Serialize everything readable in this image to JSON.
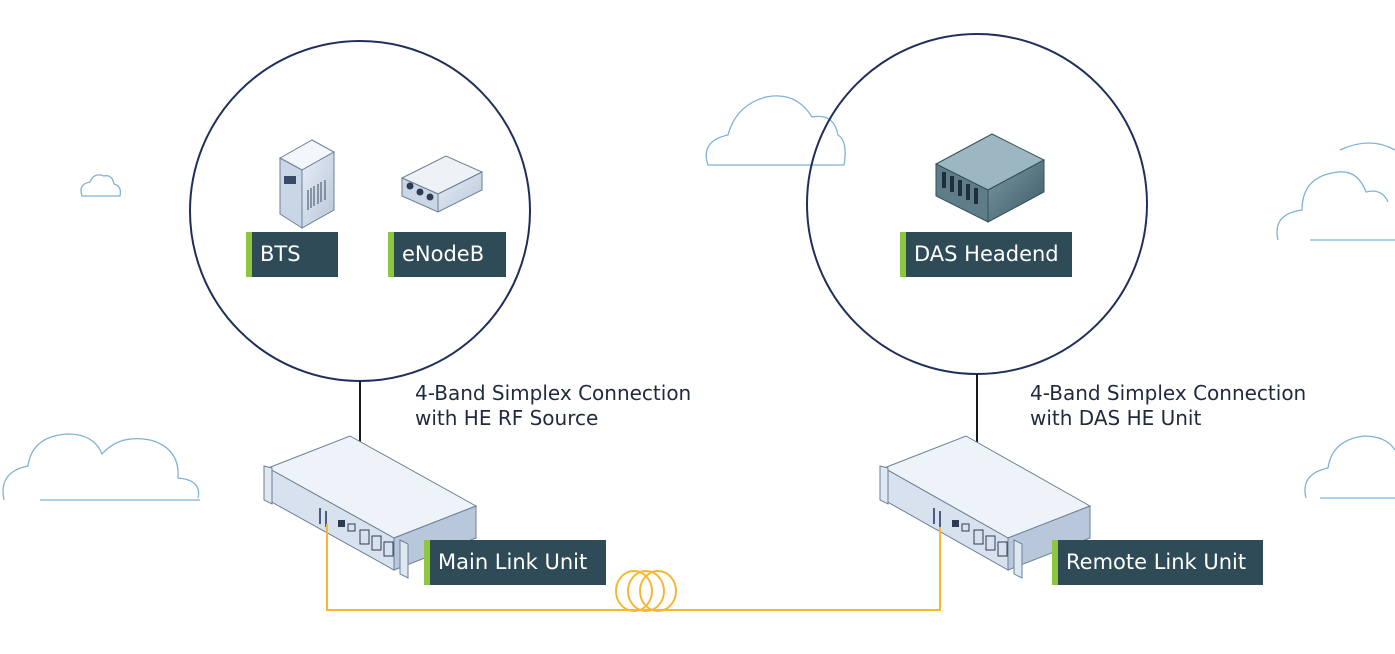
{
  "labels": {
    "bts": "BTS",
    "enodeb": "eNodeB",
    "das_headend": "DAS Headend",
    "main_link_unit": "Main Link Unit",
    "remote_link_unit": "Remote Link Unit"
  },
  "connections": {
    "left_line1": "4-Band Simplex Connection",
    "left_line2": "with HE RF Source",
    "right_line1": "4-Band Simplex Connection",
    "right_line2": "with DAS HE Unit"
  },
  "colors": {
    "label_bg": "#2e4b57",
    "label_accent": "#8dc63f",
    "circle_stroke": "#1f2f5c",
    "fiber": "#f7b733",
    "cloud": "#7fb2d6"
  }
}
